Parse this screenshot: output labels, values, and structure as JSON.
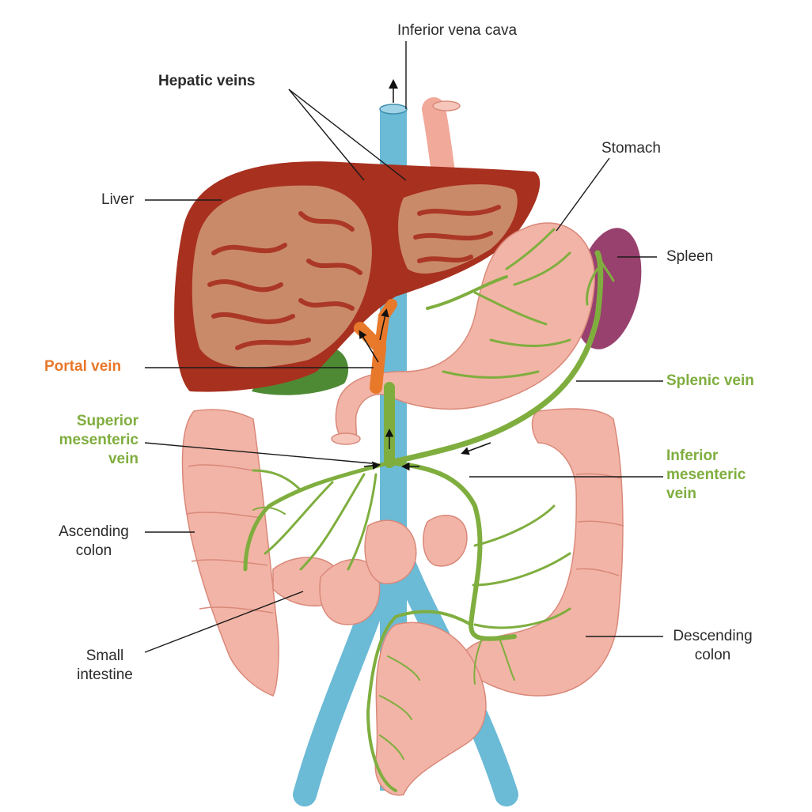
{
  "colors": {
    "vein_green": "#7fae3f",
    "vein_green_dark": "#3f6a1a",
    "portal_orange": "#e8782a",
    "vena_cava_blue": "#6bbad6",
    "liver_red": "#a8301f",
    "liver_pattern": "#c98a6a",
    "intestine_pink": "#f2b4a6",
    "spleen_purple": "#98406e",
    "gallbladder_green": "#4e8a34",
    "aorta_pink": "#f1a99a",
    "label_text": "#2b2b2b"
  },
  "labels": {
    "inferior_vena_cava": "Inferior vena cava",
    "hepatic_veins": "Hepatic veins",
    "liver": "Liver",
    "stomach": "Stomach",
    "spleen": "Spleen",
    "portal_vein": "Portal vein",
    "splenic_vein": "Splenic vein",
    "superior_mesenteric_vein": [
      "Superior",
      "mesenteric",
      "vein"
    ],
    "inferior_mesenteric_vein": [
      "Inferior",
      "mesenteric",
      "vein"
    ],
    "ascending_colon": [
      "Ascending",
      "colon"
    ],
    "small_intestine": [
      "Small",
      "intestine"
    ],
    "descending_colon": [
      "Descending",
      "colon"
    ]
  }
}
